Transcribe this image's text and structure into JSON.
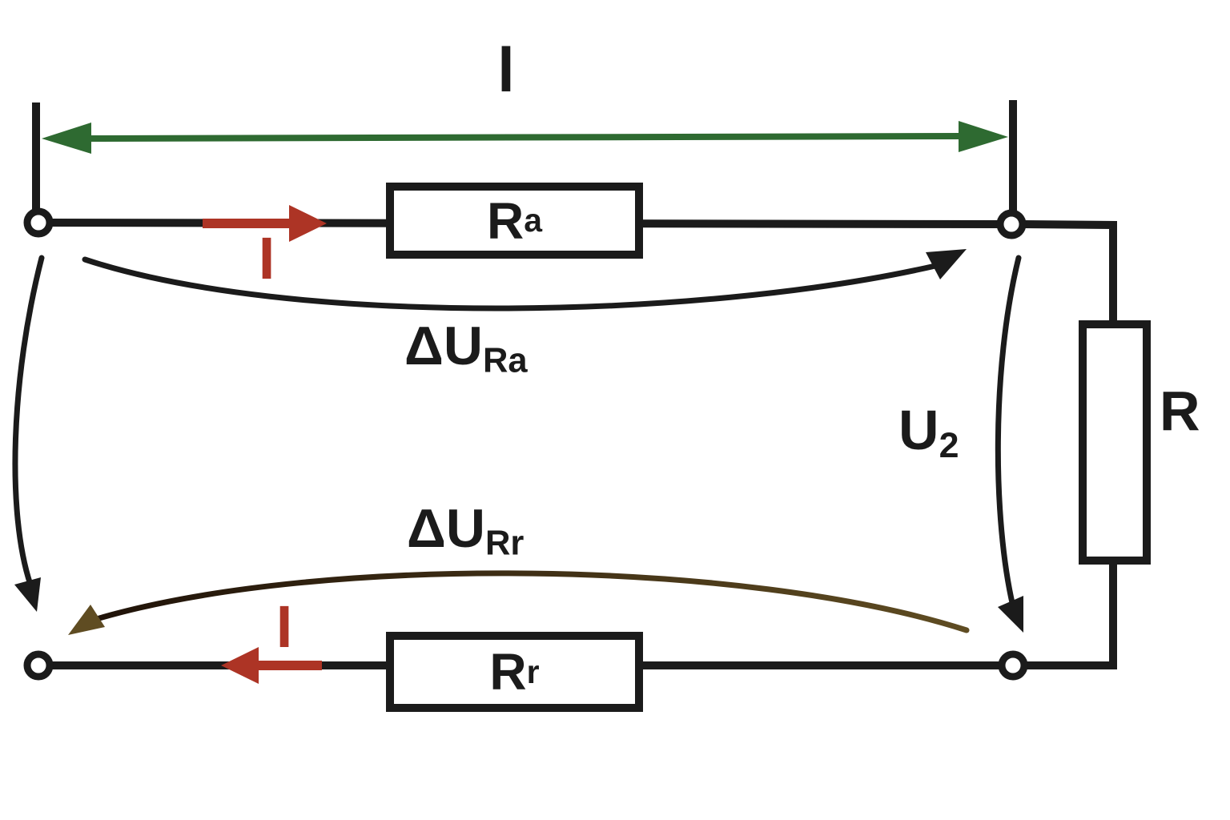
{
  "colors": {
    "background": "#ffffff",
    "wire": "#1b1b1b",
    "length_arrow": "#2e6a31",
    "current": "#ad3425",
    "return_drop_start": "#5f4c22",
    "return_drop_end": "#201309"
  },
  "labels": {
    "length": "l",
    "resistor_outgoing": {
      "base": "R",
      "sub": "a"
    },
    "resistor_return": {
      "base": "R",
      "sub": "r"
    },
    "resistor_load": "R",
    "current_outgoing": "I",
    "current_return": "I",
    "voltage_drop_outgoing": {
      "base": "ΔU",
      "sub": "Ra"
    },
    "voltage_drop_return": {
      "base": "ΔU",
      "sub": "Rr"
    },
    "voltage_load": {
      "base": "U",
      "sub": "2"
    }
  }
}
